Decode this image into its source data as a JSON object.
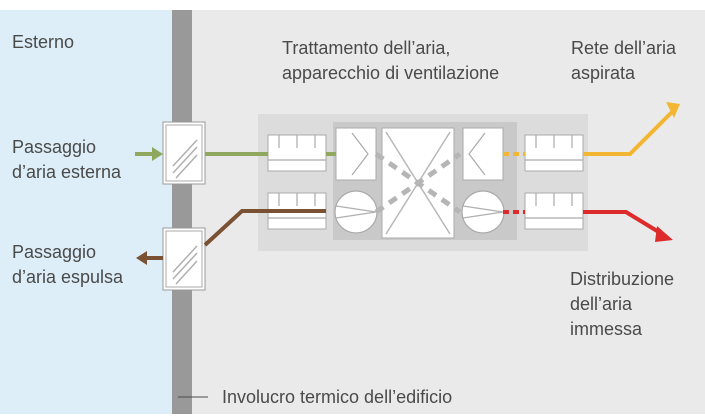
{
  "labels": {
    "outside": "Esterno",
    "treatment_line1": "Trattamento dell’aria,",
    "treatment_line2": "apparecchio di ventilazione",
    "exhaust_network_line1": "Rete dell’aria",
    "exhaust_network_line2": "aspirata",
    "outdoor_passage_line1": "Passaggio",
    "outdoor_passage_line2": "d’aria esterna",
    "exhaust_passage_line1": "Passaggio",
    "exhaust_passage_line2": "d’aria espulsa",
    "supply_line1": "Distribuzione",
    "supply_line2": "dell’aria",
    "supply_line3": "immessa",
    "envelope": "Involucro termico dell’edificio"
  },
  "colors": {
    "outside_bg": "#ddeef8",
    "inside_bg": "#eaeaea",
    "wall": "#999999",
    "unit_outer": "#dcdcdc",
    "unit_inner": "#c9c9c9",
    "outdoor_air": "#8fa85e",
    "exhaust_air": "#7a5233",
    "extract_air": "#f2b632",
    "supply_air": "#dd2a2a",
    "internal_flow": "#b5b5b5",
    "text": "#4a4a4a"
  }
}
